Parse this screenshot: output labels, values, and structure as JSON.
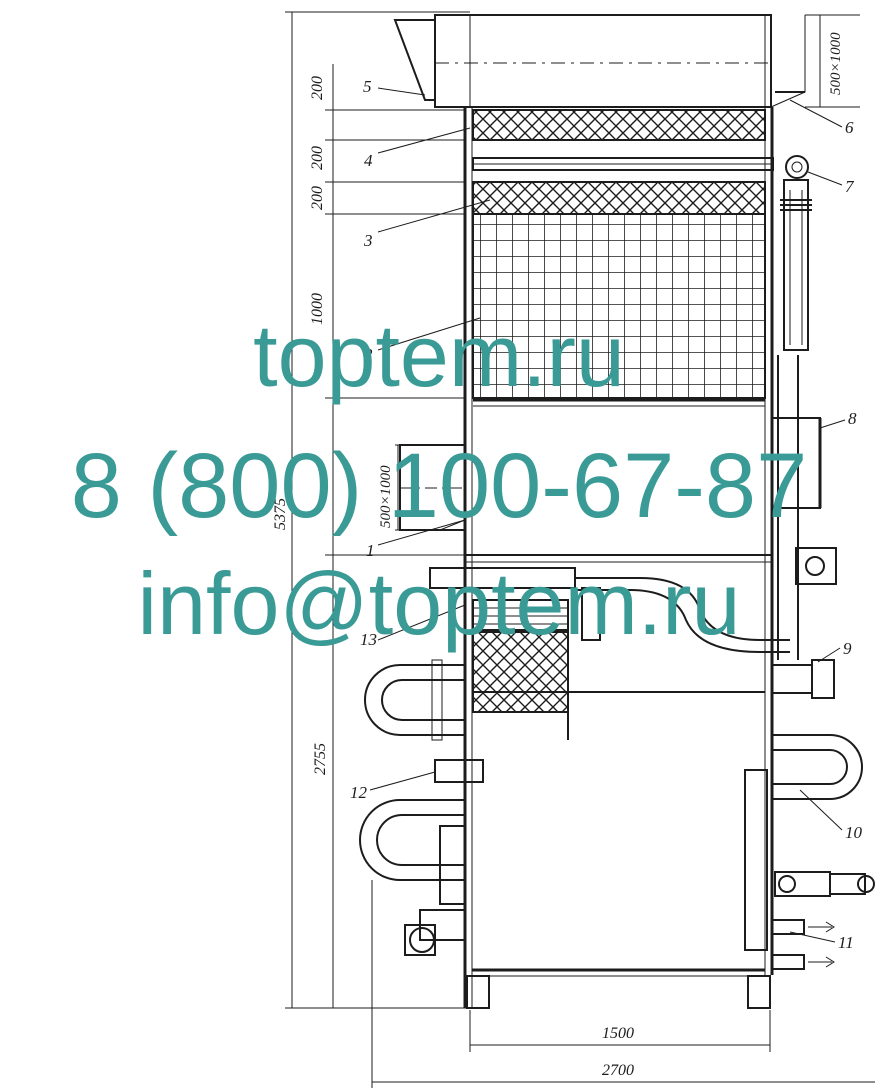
{
  "watermark": {
    "site": "toptem.ru",
    "phone": "8 (800) 100-67-87",
    "email": "info@toptem.ru"
  },
  "dimensions": {
    "d200a": "200",
    "d200b": "200",
    "d200c": "200",
    "d1000": "1000",
    "d2755": "2755",
    "d5375": "5375",
    "d1500": "1500",
    "d2700": "2700",
    "duct_top": "500×1000",
    "duct_mid": "500×1000"
  },
  "labels": {
    "l1": "1",
    "l2": "2",
    "l3": "3",
    "l4": "4",
    "l5": "5",
    "l6": "6",
    "l7": "7",
    "l8": "8",
    "l9": "9",
    "l10": "10",
    "l11": "11",
    "l12": "12",
    "l13": "13"
  }
}
